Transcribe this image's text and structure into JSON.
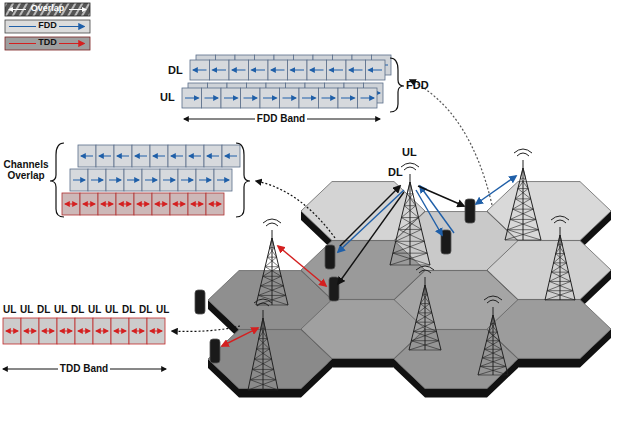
{
  "diagram": {
    "labels": [
      "DL",
      "UL",
      "FDD Band",
      "FDD",
      "Channels Overlap",
      "UL",
      "DL",
      "UL",
      "UL",
      "DL",
      "UL",
      "DL",
      "UL",
      "UL",
      "DL",
      "DL",
      "UL",
      "TDD Band"
    ],
    "legend": [
      {
        "text": "Overlap"
      },
      {
        "text": "FDD"
      },
      {
        "text": "TDD"
      }
    ]
  }
}
